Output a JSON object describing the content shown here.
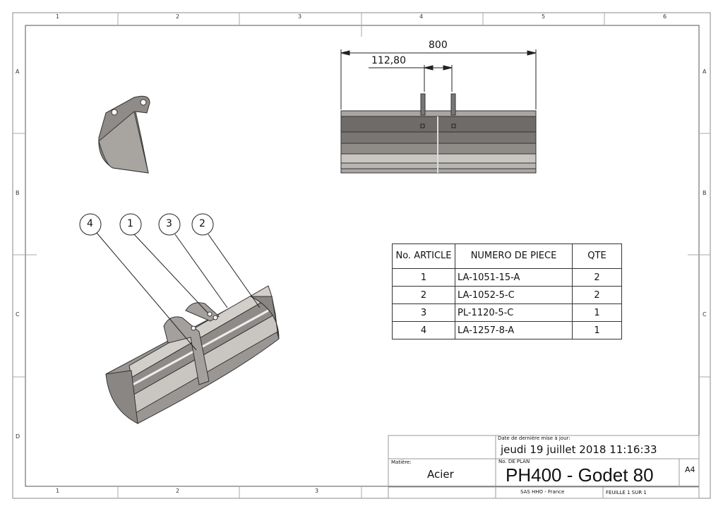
{
  "frame": {
    "columns_top": [
      "1",
      "2",
      "3",
      "4",
      "5",
      "6"
    ],
    "columns_bottom": [
      "1",
      "2",
      "3"
    ],
    "rows": [
      "A",
      "B",
      "C",
      "D"
    ]
  },
  "dimensions": {
    "overall_width": "800",
    "lug_spacing": "112,80"
  },
  "balloons": [
    "4",
    "1",
    "3",
    "2"
  ],
  "bom": {
    "headers": [
      "No. ARTICLE",
      "NUMERO DE PIECE",
      "QTE"
    ],
    "rows": [
      {
        "article": "1",
        "part": "LA-1051-15-A",
        "qty": "2"
      },
      {
        "article": "2",
        "part": "LA-1052-5-C",
        "qty": "2"
      },
      {
        "article": "3",
        "part": "PL-1120-5-C",
        "qty": "1"
      },
      {
        "article": "4",
        "part": "LA-1257-8-A",
        "qty": "1"
      }
    ]
  },
  "title_block": {
    "date_label": "Date de dernière mise à jour:",
    "date_value": "jeudi 19 juillet 2018 11:16:33",
    "material_label": "Matière:",
    "material_value": "Acier",
    "drawing_no_label": "No. DE PLAN",
    "drawing_no_value": "PH400 - Godet 80",
    "sheet_size": "A4",
    "company": "SAS HHO - France",
    "sheet": "FEUILLE 1 SUR 1"
  },
  "colors": {
    "line": "#333333",
    "steel_dark": "#6f6b68",
    "steel_mid": "#8f8b88",
    "steel_light": "#c9c6c2"
  }
}
